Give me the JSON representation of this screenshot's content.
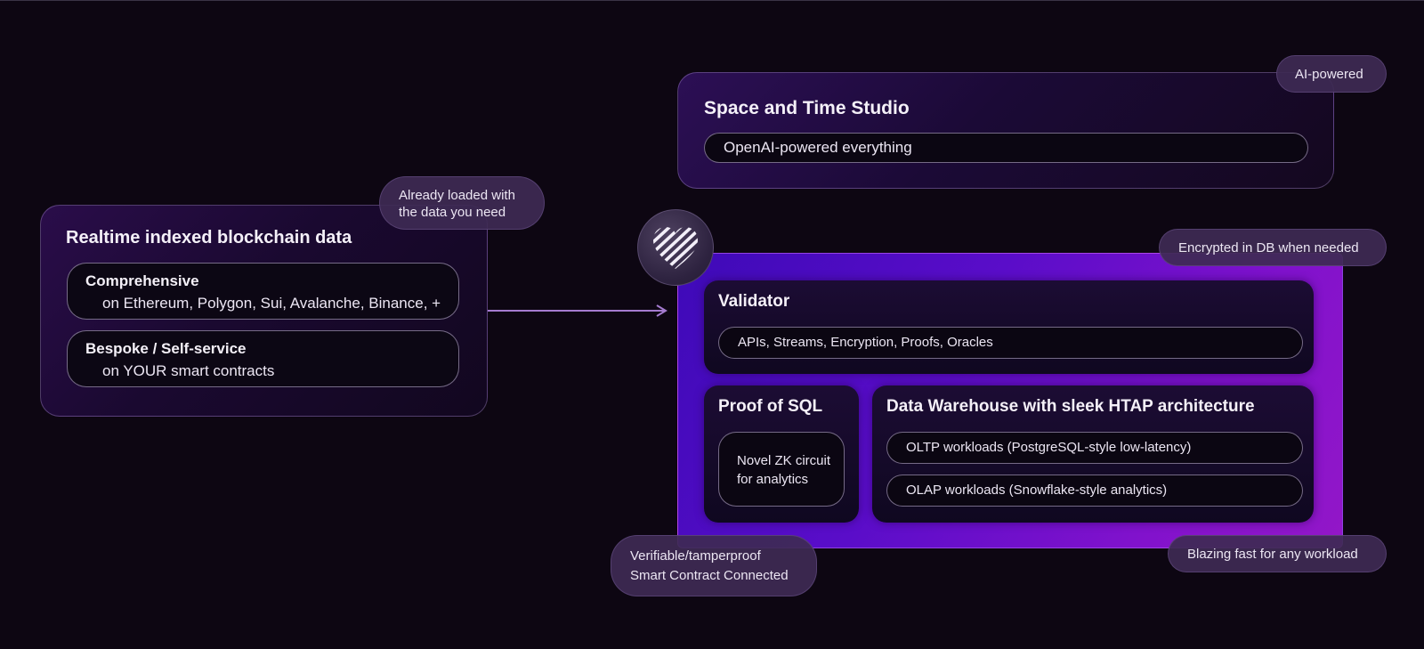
{
  "left_panel": {
    "title": "Realtime indexed blockchain data",
    "badge": [
      "Already loaded with",
      "the data you need"
    ],
    "rows": [
      {
        "heading": "Comprehensive",
        "detail": "on Ethereum, Polygon, Sui, Avalanche, Binance, +"
      },
      {
        "heading": "Bespoke / Self-service",
        "detail": "on YOUR smart contracts"
      }
    ]
  },
  "studio": {
    "title": "Space and Time Studio",
    "pill": "OpenAI-powered everything",
    "badge": "AI-powered"
  },
  "main": {
    "badge_top": "Encrypted in DB when needed",
    "badge_bottom_right": "Blazing fast for any workload",
    "badge_bottom_left": [
      "Verifiable/tamperproof",
      "Smart Contract Connected"
    ],
    "validator": {
      "title": "Validator",
      "pill": "APIs, Streams, Encryption, Proofs, Oracles"
    },
    "proof": {
      "title": "Proof of SQL",
      "pill": [
        "Novel ZK circuit",
        "for analytics"
      ]
    },
    "warehouse": {
      "title": "Data Warehouse with sleek HTAP architecture",
      "pills": [
        "OLTP workloads (PostgreSQL-style low-latency)",
        "OLAP workloads (Snowflake-style analytics)"
      ]
    }
  },
  "icons": {
    "logo": "space-and-time-logo-icon",
    "arrow": "arrow-right-icon"
  },
  "colors": {
    "background": "#0d0612",
    "main_panel_start": "#3e0ab8",
    "main_panel_end": "#9317c8",
    "arrow": "#a57bd0"
  }
}
